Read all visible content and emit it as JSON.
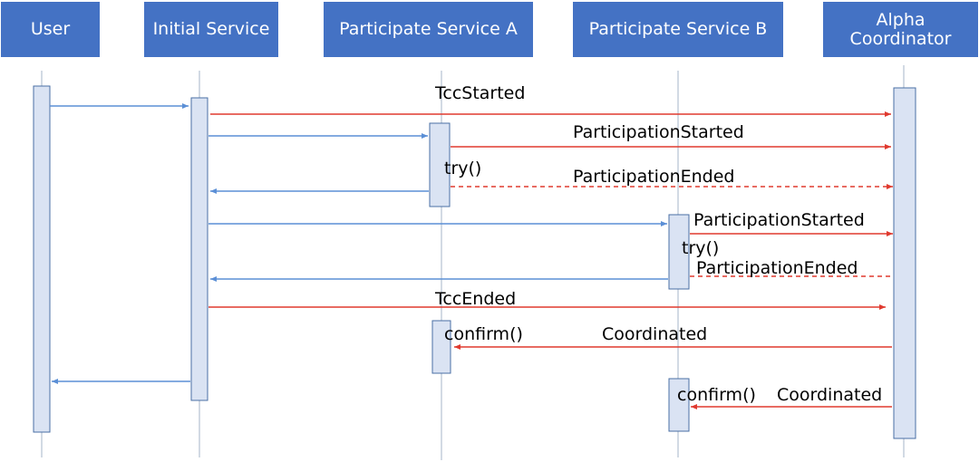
{
  "colors": {
    "actor_fill": "#4472c4",
    "actor_text": "#ffffff",
    "lifeline": "#a6b4c8",
    "activation_fill": "#dae3f3",
    "activation_border": "#4a6fa5",
    "request_arrow": "#5b8fd6",
    "event_arrow": "#e03a2f"
  },
  "actors": {
    "user": "User",
    "initial_service": "Initial Service",
    "participate_a": "Participate Service A",
    "participate_b": "Participate Service B",
    "alpha_coordinator": "Alpha\nCoordinator"
  },
  "messages": {
    "tcc_started": "TccStarted",
    "participation_started_a": "ParticipationStarted",
    "try_a": "try()",
    "participation_ended_a": "ParticipationEnded",
    "participation_started_b": "ParticipationStarted",
    "try_b": "try()",
    "participation_ended_b": "ParticipationEnded",
    "tcc_ended": "TccEnded",
    "confirm_a": "confirm()",
    "coordinated_a": "Coordinated",
    "confirm_b": "confirm()",
    "coordinated_b": "Coordinated"
  }
}
